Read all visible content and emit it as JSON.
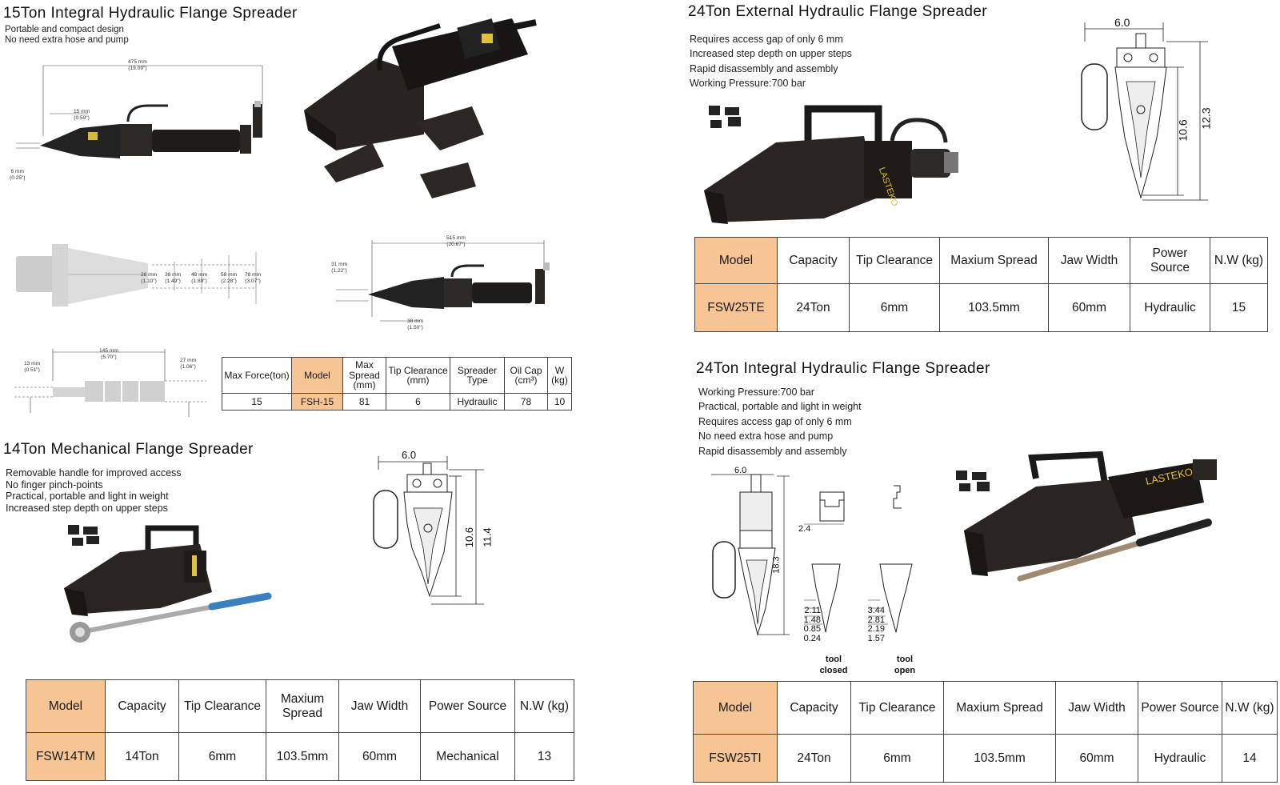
{
  "section_15ton": {
    "title": "15Ton Integral Hydraulic Flange Spreader",
    "features": [
      "Portable and compact design",
      "No need extra hose and pump"
    ],
    "dims_side": {
      "length": [
        "475 mm",
        "(19.09\")"
      ],
      "tip": [
        "15 mm",
        "(0.59\")"
      ],
      "gap": [
        "6 mm",
        "(0.25\")"
      ]
    },
    "dims_steps": [
      [
        "28 mm",
        "(1.10\")"
      ],
      [
        "38 mm",
        "(1.49\")"
      ],
      [
        "48 mm",
        "(1.89\")"
      ],
      [
        "58 mm",
        "(2.28\")"
      ],
      [
        "78 mm",
        "(3.07\")"
      ]
    ],
    "dims_open": {
      "length": [
        "515 mm",
        "(20.67\")"
      ],
      "height": [
        "31 mm",
        "(1.22\")"
      ],
      "tip": [
        "38 mm",
        "(1.50\")"
      ]
    },
    "dims_jaw": {
      "length": [
        "145 mm",
        "(5.70\")"
      ],
      "thin": [
        "13 mm",
        "(0.51\")"
      ],
      "thick": [
        "27 mm",
        "(1.06\")"
      ]
    },
    "table": {
      "headers": [
        "Max Force(ton)",
        "Model",
        "Max Spread (mm)",
        "Tip Clearance (mm)",
        "Spreader Type",
        "Oil Cap (cm³)",
        "W (kg)"
      ],
      "row": [
        "15",
        "FSH-15",
        "81",
        "6",
        "Hydraulic",
        "78",
        "10"
      ]
    }
  },
  "section_14ton": {
    "title": "14Ton Mechanical  Flange Spreader",
    "features": [
      "Removable handle for improved access",
      "No finger pinch-points",
      "Practical, portable and light in weight",
      "Increased step depth on upper steps"
    ],
    "drawing": {
      "width": "6.0",
      "h1": "10.6",
      "h2": "11.4"
    },
    "table": {
      "headers": [
        "Model",
        "Capacity",
        "Tip Clearance",
        "Maxium Spread",
        "Jaw Width",
        "Power Source",
        "N.W (kg)"
      ],
      "row": [
        "FSW14TM",
        "14Ton",
        "6mm",
        "103.5mm",
        "60mm",
        "Mechanical",
        "13"
      ]
    }
  },
  "section_24ton_ext": {
    "title": "24Ton External Hydraulic Flange Spreader",
    "features": [
      "Requires access gap of only 6 mm",
      "Increased step depth on upper steps",
      "Rapid disassembly and assembly",
      "Working Pressure:700 bar"
    ],
    "drawing": {
      "width": "6.0",
      "h1": "10.6",
      "h2": "12.3"
    },
    "table": {
      "headers": [
        "Model",
        "Capacity",
        "Tip Clearance",
        "Maxium Spread",
        "Jaw Width",
        "Power Source",
        "N.W (kg)"
      ],
      "row": [
        "FSW25TE",
        "24Ton",
        "6mm",
        "103.5mm",
        "60mm",
        "Hydraulic",
        "15"
      ]
    }
  },
  "section_24ton_int": {
    "title": "24Ton Integral Hydraulic Flange Spreader",
    "features": [
      "Working Pressure:700 bar",
      "Practical, portable and light in weight",
      "Requires access gap of only 6 mm",
      "No need extra hose and pump",
      "Rapid disassembly and assembly"
    ],
    "drawing": {
      "width": "6.0",
      "height": "18.3",
      "step": "2.4",
      "closed_vals": [
        "2.11",
        "1.48",
        "0.85",
        "0.24"
      ],
      "open_vals": [
        "3.44",
        "2.81",
        "2.19",
        "1.57"
      ],
      "closed_label": [
        "tool",
        "closed"
      ],
      "open_label": [
        "tool",
        "open"
      ]
    },
    "table": {
      "headers": [
        "Model",
        "Capacity",
        "Tip Clearance",
        "Maxium Spread",
        "Jaw Width",
        "Power Source",
        "N.W (kg)"
      ],
      "row": [
        "FSW25TI",
        "24Ton",
        "6mm",
        "103.5mm",
        "60mm",
        "Hydraulic",
        "14"
      ]
    }
  },
  "brand": "LASTEKO",
  "colors": {
    "model_cell": "#f7c494",
    "body_metal": "#2a2623",
    "accent_yellow": "#e0c23a"
  }
}
